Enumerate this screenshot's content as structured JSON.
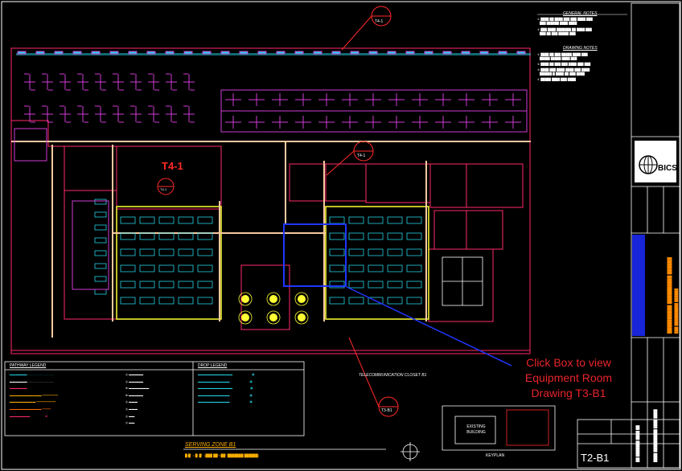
{
  "plan_label": "T4-1",
  "callout_text": [
    "Click Box to view",
    "Equipment Room",
    "Drawing T3-B1"
  ],
  "sheet_number": "T2-B1",
  "serving_zone_label": "SERVING ZONE B1",
  "telecom_closet_label": "TELECOMMUNICATION CLOSET B1",
  "existing_building_label": "EXISTING BUILDING",
  "keyplan_label": "KEYPLAN",
  "pathway_legend_title": "PATHWAY LEGEND",
  "drop_legend_title": "DROP LEGEND",
  "general_notes_title": "GENERAL NOTES",
  "drawing_notes_title": "DRAWING NOTES",
  "section_marks": [
    "T4-1",
    "T4-1",
    "T4-1",
    "T3-B1"
  ],
  "colors": {
    "background": "#000000",
    "furniture": "#d13cd6",
    "drops": "#22d4e6",
    "room_outline": "#ffff33",
    "pathway": "#f5c9a0",
    "walls": "#ff2a6a",
    "callout": "#e8242b",
    "equipment_box": "#1f36ff"
  }
}
